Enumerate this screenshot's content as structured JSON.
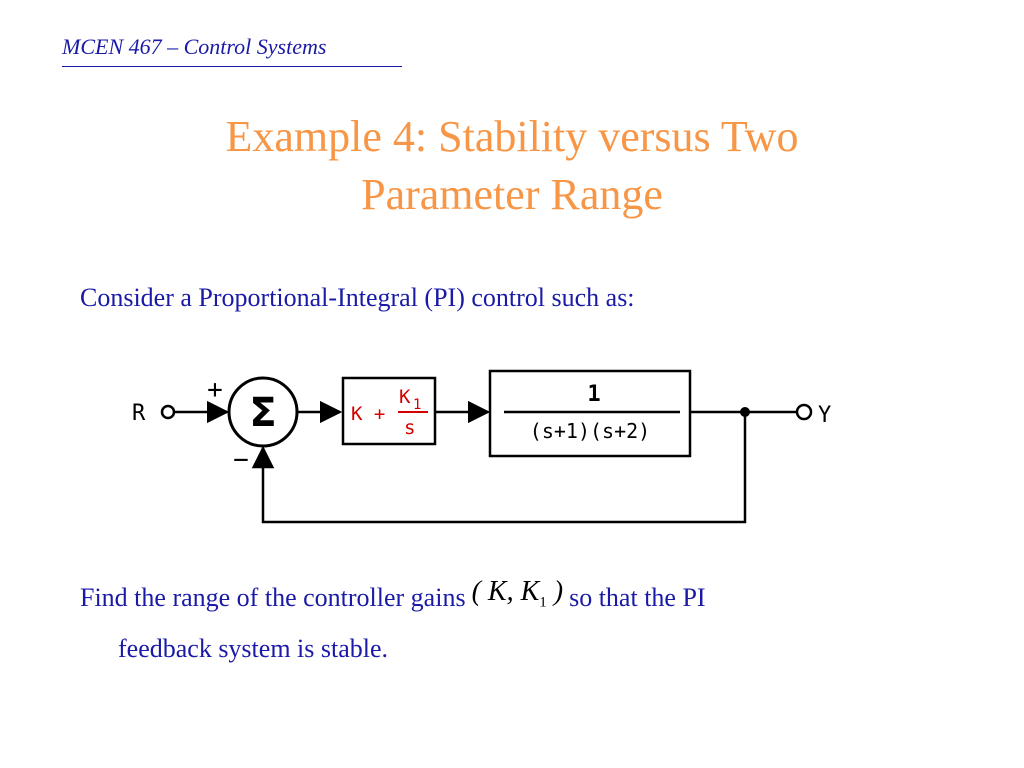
{
  "header": {
    "course": "MCEN 467 – Control Systems"
  },
  "slide": {
    "title_line1": "Example 4: Stability versus Two",
    "title_line2": "Parameter Range",
    "intro": "Consider a Proportional-Integral (PI) control such as:",
    "question_prefix": "Find the range of the controller gains",
    "gains_open": "(",
    "gains_k": "K",
    "gains_sep": ",",
    "gains_k1_base": "K",
    "gains_k1_sub": "1",
    "gains_close": ")",
    "question_suffix": "so that the PI",
    "question_line2": "feedback system is stable."
  },
  "diagram": {
    "input_label": "R",
    "output_label": "Y",
    "sum_symbol": "Σ",
    "plus_sign": "+",
    "minus_sign": "−",
    "controller": {
      "k_term": "K +",
      "numerator_base": "K",
      "numerator_sub": "1",
      "denominator": "s"
    },
    "plant": {
      "numerator": "1",
      "denominator": "(s+1)(s+2)"
    },
    "colors": {
      "controller_text": "#d40000",
      "lines": "#000000"
    }
  }
}
